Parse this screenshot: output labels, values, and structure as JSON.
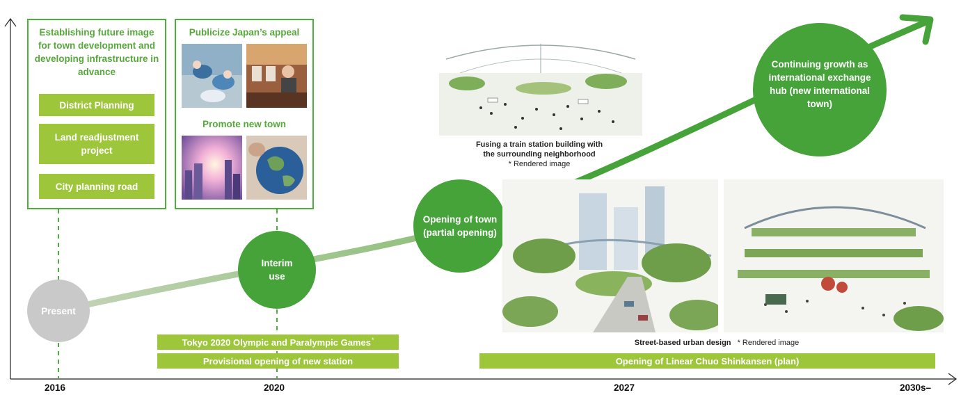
{
  "timeline": {
    "years": [
      "2016",
      "2020",
      "2027",
      "2030s–"
    ]
  },
  "panels": {
    "infrastructure": {
      "title": "Establishing future image for town development and developing infrastructure in advance",
      "items": [
        "District Planning",
        "Land readjustment project",
        "City planning road"
      ]
    },
    "appeal": {
      "title": "Publicize Japan’s appeal",
      "subtitle": "Promote new town"
    }
  },
  "milestones": {
    "present": "Present",
    "interim": "Interim use",
    "opening": "Opening of town (partial opening)",
    "growth": "Continuing growth as international exchange hub (new international town)"
  },
  "bars": {
    "olympics": "Tokyo 2020 Olympic and Paralympic Games",
    "olympics_mark": "*",
    "station": "Provisional opening of new station",
    "shinkansen": "Opening of Linear Chuo Shinkansen (plan)"
  },
  "captions": {
    "station_fusion_title": "Fusing a train station building with the surrounding neighborhood",
    "station_fusion_note": "* Rendered image",
    "street_title": "Street-based urban design",
    "street_note": "* Rendered image"
  },
  "colors": {
    "panel_green": "#4caf3a",
    "box_lime": "#9dc63a",
    "circle_green": "#46a33a",
    "present_gray": "#c9c9c9",
    "growth_line_start": "#c4d4b8",
    "growth_line_end": "#46a33a"
  }
}
